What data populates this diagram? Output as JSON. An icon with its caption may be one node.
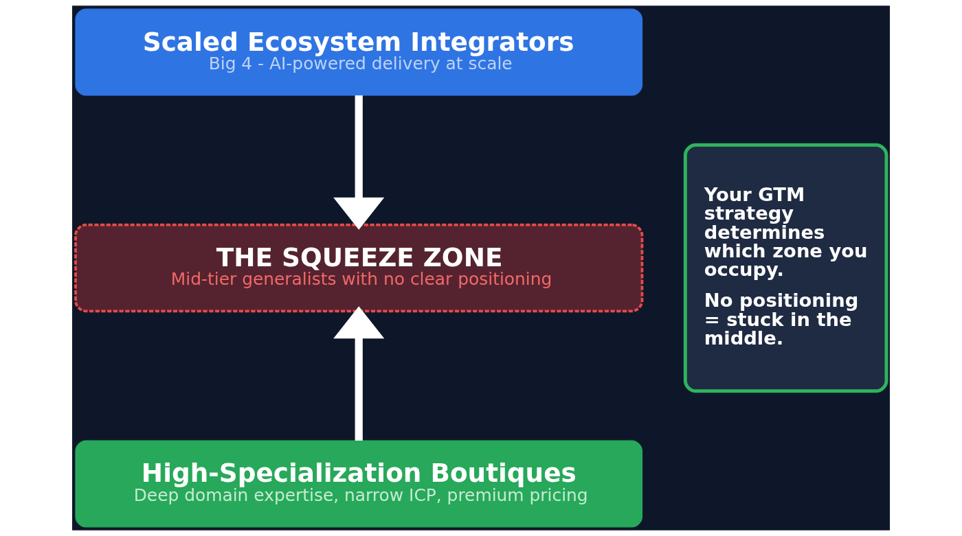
{
  "diagram": {
    "nodes": [
      {
        "text": [
          "Scaled Ecosystem Integrators",
          "Big 4 - AI-powered delivery at scale"
        ]
      },
      {
        "text": [
          "THE SQUEEZE ZONE",
          "Mid-tier generalists with no clear positioning"
        ]
      },
      {
        "text": [
          "High-Specialization Boutiques",
          "Deep domain expertise, narrow ICP, premium pricing"
        ]
      },
      {
        "text": [
          "Your GTM strategy determines which zone you occupy.",
          "No positioning = stuck in the middle."
        ]
      }
    ],
    "edges": [
      {
        "from": 0,
        "to": 1,
        "arrow": "to"
      },
      {
        "from": 2,
        "to": 1,
        "arrow": "to"
      }
    ]
  }
}
